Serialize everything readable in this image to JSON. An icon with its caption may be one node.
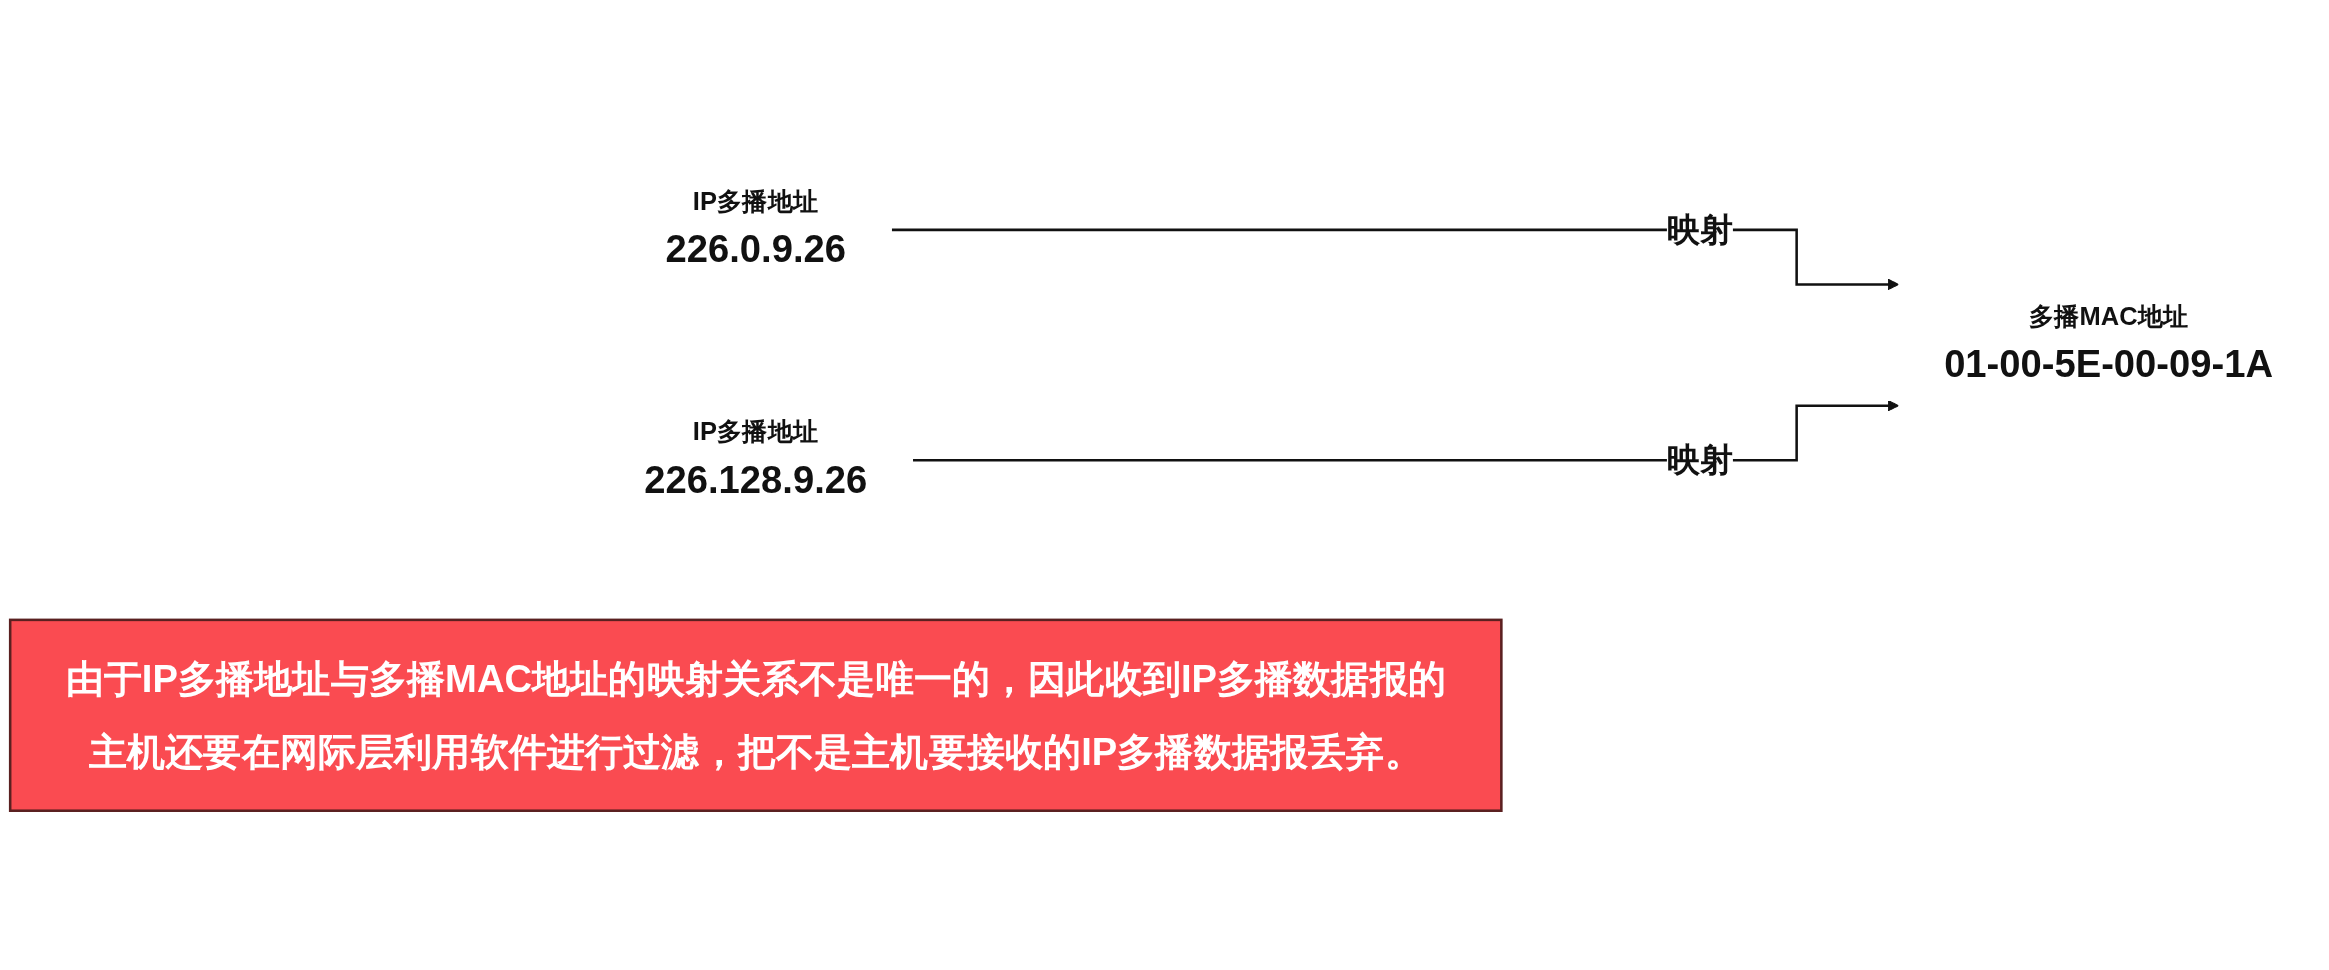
{
  "diagram": {
    "nodes": [
      {
        "text": [
          "IP多播地址",
          "226.0.9.26"
        ]
      },
      {
        "text": [
          "IP多播地址",
          "226.128.9.26"
        ]
      },
      {
        "text": [
          "多播MAC地址",
          "01-00-5E-00-09-1A"
        ]
      },
      {
        "text": [
          "由于IP多播地址与多播MAC地址的映射关系不是唯一的，因此收到IP多播数据报的主机还要在网际层利用软件进行过滤，把不是主机要接收的IP多播数据报丢弃。"
        ]
      }
    ],
    "edges": [
      {
        "from": 0,
        "to": 2,
        "arrow": "to",
        "label": "映射"
      },
      {
        "from": 1,
        "to": 2,
        "arrow": "to",
        "label": "映射"
      }
    ]
  }
}
